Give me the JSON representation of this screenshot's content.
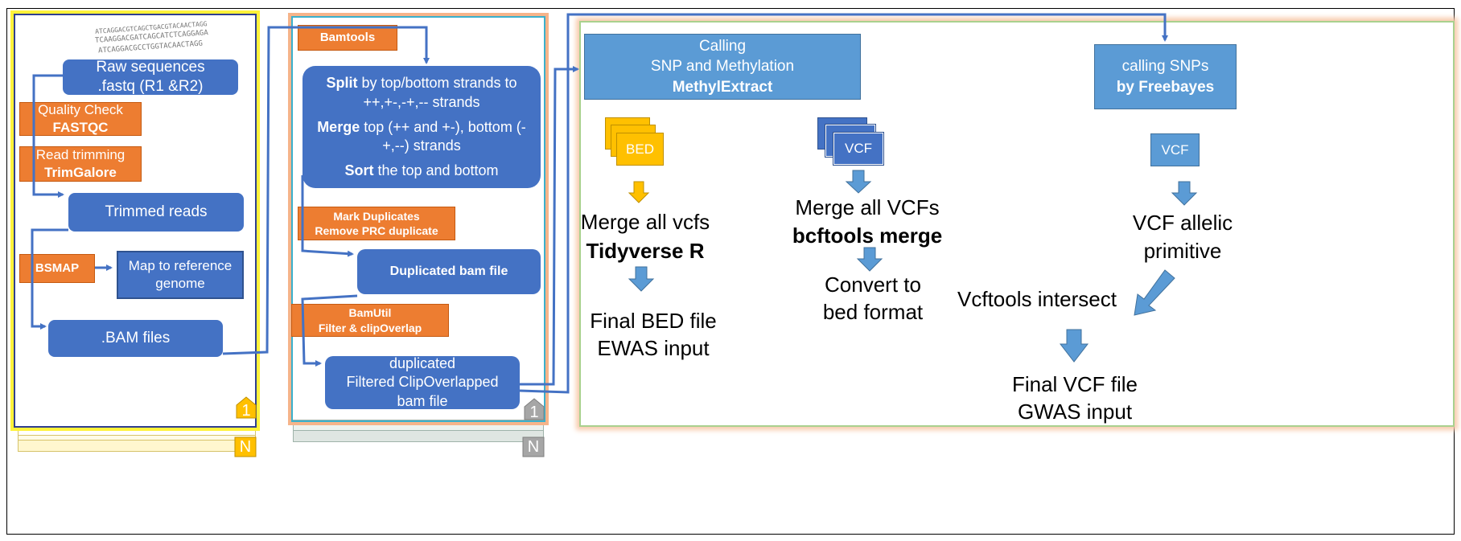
{
  "panel1": {
    "seq_lines": [
      "ATCAGGACGTCAGCTGACGTACAACTAGG",
      "TCAAGGACGATCAGCATCTCAGGAGA",
      "ATCAGGACGCCTGGTACAACTAGG"
    ],
    "raw_sequences": [
      "Raw sequences",
      ".fastq (R1 &R2)"
    ],
    "quality_check": "Quality Check",
    "fastqc": "FASTQC",
    "read_trimming": "Read trimming",
    "trimgalore": "TrimGalore",
    "trimmed_reads": "Trimmed reads",
    "bsmap": "BSMAP",
    "map_to_reference": [
      "Map to reference",
      "genome"
    ],
    "bam_files": ".BAM files",
    "stack_top": "1",
    "stack_bottom": "N"
  },
  "panel2": {
    "bamtools": "Bamtools",
    "split_bold": "Split",
    "split_text": " by top/bottom strands to ++,+-,-+,-- strands",
    "merge_bold": "Merge",
    "merge_text": " top (++ and +-), bottom (-+,--) strands",
    "sort_bold": "Sort",
    "sort_text": " the top and bottom",
    "mark_duplicates": [
      "Mark Duplicates",
      "Remove PRC duplicate"
    ],
    "duplicated_bam": "Duplicated bam file",
    "bamutil": [
      "BamUtil",
      "Filter & clipOverlap"
    ],
    "filtered_bam": [
      "duplicated",
      "Filtered ClipOverlapped",
      "bam file"
    ],
    "stack_top": "1",
    "stack_bottom": "N"
  },
  "panel3": {
    "calling": [
      "Calling",
      "SNP and Methylation"
    ],
    "methylextract": "MethylExtract",
    "calling_snps": "calling SNPs",
    "freebayes": "by Freebayes",
    "bed_label": "BED",
    "vcf_label": "VCF",
    "vcf_label2": "VCF",
    "merge_vcfs_1": "Merge all vcfs",
    "tidyverse": "Tidyverse R",
    "final_bed": [
      "Final BED file",
      "EWAS input"
    ],
    "merge_vcfs_2": "Merge all VCFs",
    "bcftools": "bcftools merge",
    "convert_bed": [
      "Convert to",
      "bed format"
    ],
    "vcf_allelic": [
      "VCF allelic",
      "primitive"
    ],
    "vcftools": "Vcftools intersect",
    "final_vcf": [
      "Final VCF file",
      "GWAS input"
    ]
  },
  "colors": {
    "dark_blue": "#4472c4",
    "light_blue": "#5b9bd5",
    "orange": "#ed7d31",
    "yellow": "#ffc000",
    "green_border": "#a9d18e",
    "arrow_blue": "#4472c4"
  }
}
